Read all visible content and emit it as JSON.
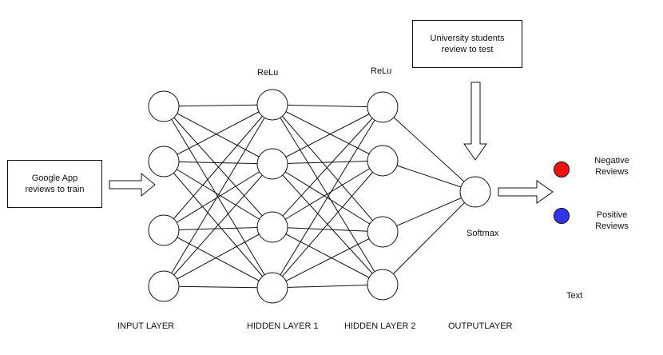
{
  "boxes": {
    "train": {
      "line1": "Google App",
      "line2": "reviews to train"
    },
    "test": {
      "line1": "University students",
      "line2": "review to test"
    }
  },
  "activations": {
    "hidden1": "ReLu",
    "hidden2": "ReLu",
    "output": "Softmax"
  },
  "layers": {
    "input": "INPUT LAYER",
    "hidden1": "HIDDEN LAYER 1",
    "hidden2": "HIDDEN LAYER 2",
    "output": "OUTPUTLAYER"
  },
  "legend": {
    "negative": {
      "line1": "Negative",
      "line2": "Reviews",
      "color": "#ee1111"
    },
    "positive": {
      "line1": "Positive",
      "line2": "Reviews",
      "color": "#3333ee"
    }
  },
  "extra_text": "Text"
}
